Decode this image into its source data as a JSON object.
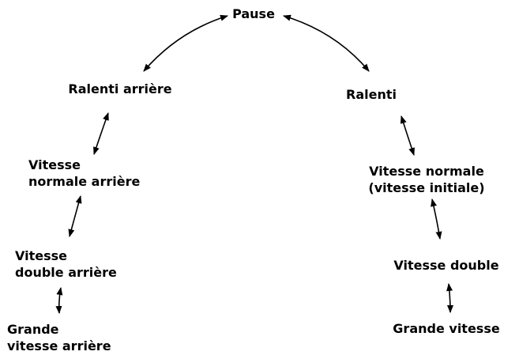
{
  "diagram": {
    "nodes": {
      "pause": {
        "lines": [
          "Pause"
        ]
      },
      "ralenti_arriere": {
        "lines": [
          "Ralenti arrière"
        ]
      },
      "vitesse_normale_arriere": {
        "lines": [
          "Vitesse",
          "normale arrière"
        ]
      },
      "vitesse_double_arriere": {
        "lines": [
          "Vitesse",
          "double arrière"
        ]
      },
      "grande_vitesse_arriere": {
        "lines": [
          "Grande",
          "vitesse arrière"
        ]
      },
      "ralenti": {
        "lines": [
          "Ralenti"
        ]
      },
      "vitesse_normale": {
        "lines": [
          "Vitesse normale",
          "(vitesse initiale)"
        ]
      },
      "vitesse_double": {
        "lines": [
          "Vitesse double"
        ]
      },
      "grande_vitesse": {
        "lines": [
          "Grande vitesse"
        ]
      }
    },
    "connections": [
      [
        "pause",
        "ralenti_arriere"
      ],
      [
        "pause",
        "ralenti"
      ],
      [
        "ralenti_arriere",
        "vitesse_normale_arriere"
      ],
      [
        "vitesse_normale_arriere",
        "vitesse_double_arriere"
      ],
      [
        "vitesse_double_arriere",
        "grande_vitesse_arriere"
      ],
      [
        "ralenti",
        "vitesse_normale"
      ],
      [
        "vitesse_normale",
        "vitesse_double"
      ],
      [
        "vitesse_double",
        "grande_vitesse"
      ]
    ],
    "colors": {
      "text": "#000000",
      "arrow": "#000000",
      "background": "#ffffff"
    }
  }
}
